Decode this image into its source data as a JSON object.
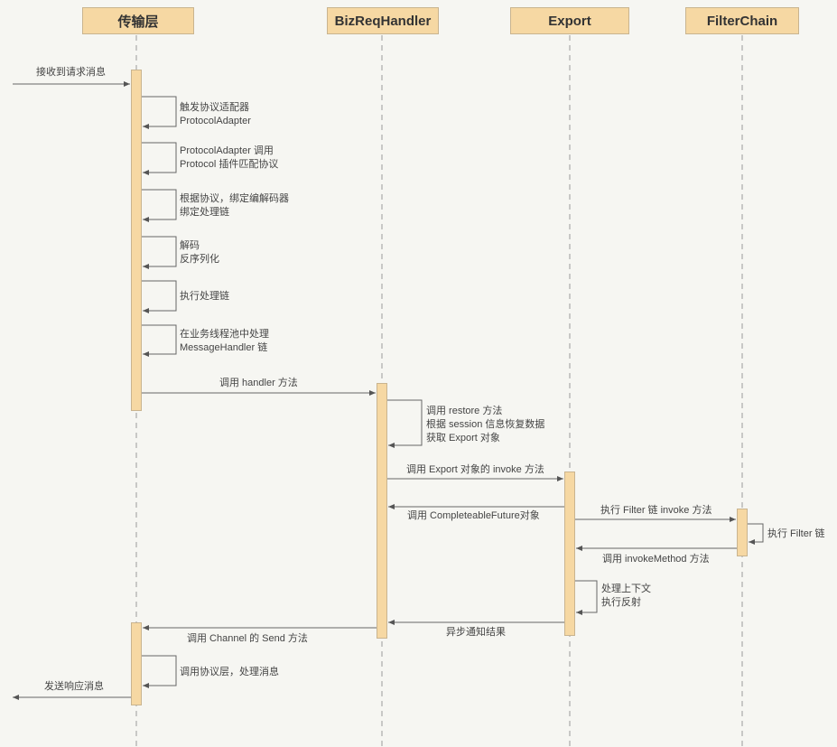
{
  "participants": [
    {
      "id": "transport",
      "label": "传输层"
    },
    {
      "id": "bizreq",
      "label": "BizReqHandler"
    },
    {
      "id": "export",
      "label": "Export"
    },
    {
      "id": "filterchain",
      "label": "FilterChain"
    }
  ],
  "messages": [
    {
      "id": "m1",
      "from": "external-left",
      "to": "transport",
      "type": "call",
      "lines": [
        "接收到请求消息"
      ]
    },
    {
      "id": "m2",
      "from": "transport",
      "to": "transport",
      "type": "self",
      "lines": [
        "触发协议适配器",
        "ProtocolAdapter"
      ]
    },
    {
      "id": "m3",
      "from": "transport",
      "to": "transport",
      "type": "self",
      "lines": [
        "ProtocolAdapter 调用",
        "Protocol 插件匹配协议"
      ]
    },
    {
      "id": "m4",
      "from": "transport",
      "to": "transport",
      "type": "self",
      "lines": [
        "根据协议，绑定编解码器",
        "绑定处理链"
      ]
    },
    {
      "id": "m5",
      "from": "transport",
      "to": "transport",
      "type": "self",
      "lines": [
        "解码",
        "反序列化"
      ]
    },
    {
      "id": "m6",
      "from": "transport",
      "to": "transport",
      "type": "self",
      "lines": [
        "执行处理链"
      ]
    },
    {
      "id": "m7",
      "from": "transport",
      "to": "transport",
      "type": "self",
      "lines": [
        "在业务线程池中处理",
        "MessageHandler 链"
      ]
    },
    {
      "id": "m8",
      "from": "transport",
      "to": "bizreq",
      "type": "call",
      "lines": [
        "调用 handler 方法"
      ]
    },
    {
      "id": "m9",
      "from": "bizreq",
      "to": "bizreq",
      "type": "self",
      "lines": [
        "调用 restore 方法",
        "根据 session 信息恢复数据",
        "获取 Export 对象"
      ]
    },
    {
      "id": "m10",
      "from": "bizreq",
      "to": "export",
      "type": "call",
      "lines": [
        "调用 Export 对象的 invoke 方法"
      ]
    },
    {
      "id": "m11",
      "from": "export",
      "to": "bizreq",
      "type": "return",
      "lines": [
        "调用 CompleteableFuture对象"
      ]
    },
    {
      "id": "m12",
      "from": "export",
      "to": "filterchain",
      "type": "call",
      "lines": [
        "执行 Filter 链 invoke 方法"
      ]
    },
    {
      "id": "m13",
      "from": "filterchain",
      "to": "filterchain",
      "type": "self",
      "lines": [
        "执行 Filter 链"
      ]
    },
    {
      "id": "m14",
      "from": "filterchain",
      "to": "export",
      "type": "return",
      "lines": [
        "调用 invokeMethod 方法"
      ]
    },
    {
      "id": "m15",
      "from": "export",
      "to": "export",
      "type": "self",
      "lines": [
        "处理上下文",
        "执行反射"
      ]
    },
    {
      "id": "m16",
      "from": "export",
      "to": "bizreq",
      "type": "return",
      "lines": [
        "异步通知结果"
      ]
    },
    {
      "id": "m17",
      "from": "bizreq",
      "to": "transport",
      "type": "return",
      "lines": [
        "调用 Channel 的 Send 方法"
      ]
    },
    {
      "id": "m18",
      "from": "transport",
      "to": "transport",
      "type": "self",
      "lines": [
        "调用协议层，处理消息"
      ]
    },
    {
      "id": "m19",
      "from": "transport",
      "to": "external-left",
      "type": "return",
      "lines": [
        "发送响应消息"
      ]
    }
  ],
  "colors": {
    "participant_fill": "#f6d8a3",
    "participant_border": "#c9b48f",
    "activation_fill": "#f6d8a3",
    "line": "#666666",
    "background": "#f6f6f2"
  }
}
